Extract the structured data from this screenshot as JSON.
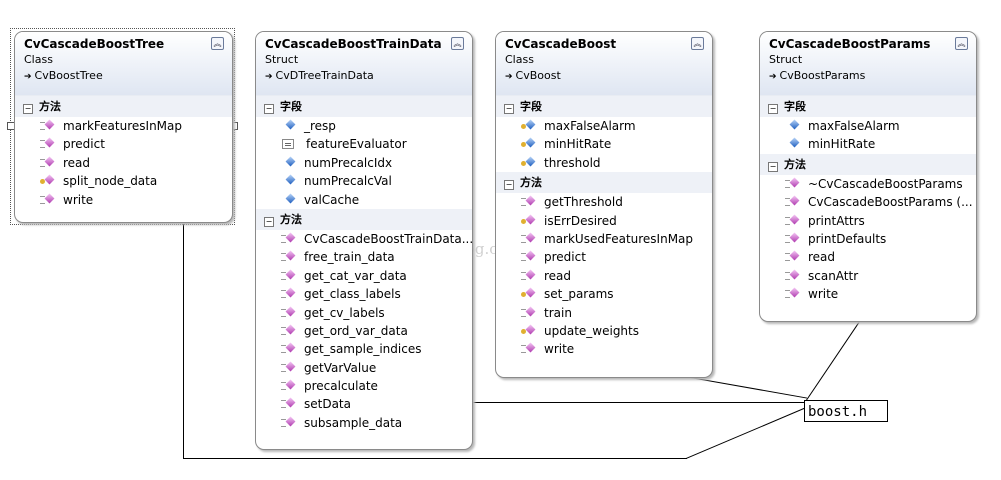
{
  "watermark": "http://blog.csdn.net/",
  "file_label": "boost.h",
  "classes": [
    {
      "id": "tree",
      "name": "CvCascadeBoostTree",
      "kind": "Class",
      "base": "CvBoostTree",
      "sections": [
        {
          "title": "方法",
          "items": [
            {
              "name": "markFeaturesInMap",
              "icon": "method"
            },
            {
              "name": "predict",
              "icon": "method"
            },
            {
              "name": "read",
              "icon": "method"
            },
            {
              "name": "split_node_data",
              "icon": "pmethod"
            },
            {
              "name": "write",
              "icon": "method"
            }
          ]
        }
      ]
    },
    {
      "id": "traindata",
      "name": "CvCascadeBoostTrainData",
      "kind": "Struct",
      "base": "CvDTreeTrainData",
      "sections": [
        {
          "title": "字段",
          "items": [
            {
              "name": "_resp",
              "icon": "field"
            },
            {
              "name": "featureEvaluator",
              "icon": "prop"
            },
            {
              "name": "numPrecalcIdx",
              "icon": "field"
            },
            {
              "name": "numPrecalcVal",
              "icon": "field"
            },
            {
              "name": "valCache",
              "icon": "field"
            }
          ]
        },
        {
          "title": "方法",
          "items": [
            {
              "name": "CvCascadeBoostTrainData...",
              "icon": "method"
            },
            {
              "name": "free_train_data",
              "icon": "method"
            },
            {
              "name": "get_cat_var_data",
              "icon": "method"
            },
            {
              "name": "get_class_labels",
              "icon": "method"
            },
            {
              "name": "get_cv_labels",
              "icon": "method"
            },
            {
              "name": "get_ord_var_data",
              "icon": "method"
            },
            {
              "name": "get_sample_indices",
              "icon": "method"
            },
            {
              "name": "getVarValue",
              "icon": "method"
            },
            {
              "name": "precalculate",
              "icon": "method"
            },
            {
              "name": "setData",
              "icon": "method"
            },
            {
              "name": "subsample_data",
              "icon": "method"
            }
          ]
        }
      ]
    },
    {
      "id": "boost",
      "name": "CvCascadeBoost",
      "kind": "Class",
      "base": "CvBoost",
      "sections": [
        {
          "title": "字段",
          "items": [
            {
              "name": "maxFalseAlarm",
              "icon": "pfield"
            },
            {
              "name": "minHitRate",
              "icon": "pfield"
            },
            {
              "name": "threshold",
              "icon": "pfield"
            }
          ]
        },
        {
          "title": "方法",
          "items": [
            {
              "name": "getThreshold",
              "icon": "method"
            },
            {
              "name": "isErrDesired",
              "icon": "pmethod"
            },
            {
              "name": "markUsedFeaturesInMap",
              "icon": "method"
            },
            {
              "name": "predict",
              "icon": "method"
            },
            {
              "name": "read",
              "icon": "method"
            },
            {
              "name": "set_params",
              "icon": "pmethod"
            },
            {
              "name": "train",
              "icon": "method"
            },
            {
              "name": "update_weights",
              "icon": "pmethod"
            },
            {
              "name": "write",
              "icon": "method"
            }
          ]
        }
      ]
    },
    {
      "id": "params",
      "name": "CvCascadeBoostParams",
      "kind": "Struct",
      "base": "CvBoostParams",
      "sections": [
        {
          "title": "字段",
          "items": [
            {
              "name": "maxFalseAlarm",
              "icon": "field"
            },
            {
              "name": "minHitRate",
              "icon": "field"
            }
          ]
        },
        {
          "title": "方法",
          "items": [
            {
              "name": "~CvCascadeBoostParams",
              "icon": "method"
            },
            {
              "name": "CvCascadeBoostParams (...",
              "icon": "method"
            },
            {
              "name": "printAttrs",
              "icon": "method"
            },
            {
              "name": "printDefaults",
              "icon": "method"
            },
            {
              "name": "read",
              "icon": "method"
            },
            {
              "name": "scanAttr",
              "icon": "method"
            },
            {
              "name": "write",
              "icon": "method"
            }
          ]
        }
      ]
    }
  ]
}
